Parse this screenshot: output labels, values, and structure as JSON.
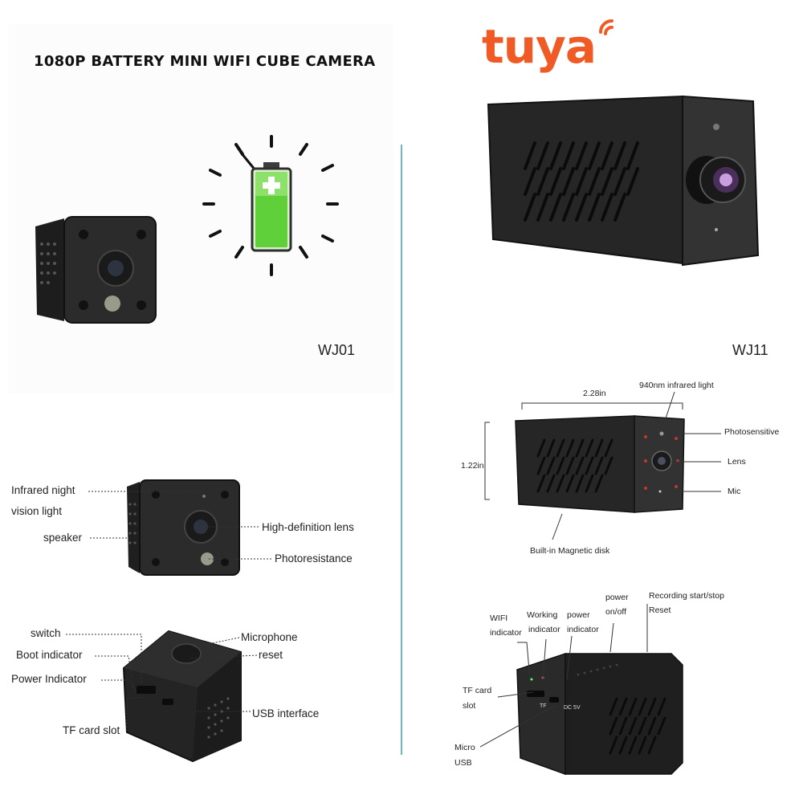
{
  "header": {
    "title": "1080P BATTERY MINI WIFI CUBE CAMERA"
  },
  "brand": {
    "logo_text": "tuya",
    "color": "#f05a24"
  },
  "colors": {
    "divider": "#6fb7c4",
    "battery_green": "#5fcf3a",
    "camera_body": "#2a2a2a"
  },
  "models": {
    "left": "WJ01",
    "right": "WJ11"
  },
  "wj01_front_labels": {
    "infrared_line1": "Infrared night",
    "infrared_line2": "vision light",
    "speaker": "speaker",
    "lens": "High-definition lens",
    "photoresistance": "Photoresistance"
  },
  "wj01_top_labels": {
    "switch": "switch",
    "boot_indicator": "Boot indicator",
    "power_indicator": "Power Indicator",
    "tf_card_slot": "TF card slot",
    "microphone": "Microphone",
    "reset": "reset",
    "usb_interface": "USB interface"
  },
  "wj11_dimension_labels": {
    "width": "2.28in",
    "height": "1.22in",
    "infrared": "940nm infrared light",
    "photosensitive": "Photosensitive",
    "lens": "Lens",
    "mic": "Mic",
    "magnetic": "Built-in Magnetic disk"
  },
  "wj11_back_labels": {
    "wifi_line1": "WIFI",
    "wifi_line2": "indicator",
    "working_line1": "Working",
    "working_line2": "indicator",
    "power_ind_line1": "power",
    "power_ind_line2": "indicator",
    "power_onoff_line1": "power",
    "power_onoff_line2": "on/off",
    "recording": "Recording start/stop",
    "reset": "Reset",
    "tf_line1": "TF card",
    "tf_line2": "slot",
    "micro_line1": "Micro",
    "micro_line2": "USB",
    "port_tf": "TF",
    "port_dc": "DC 5V"
  }
}
